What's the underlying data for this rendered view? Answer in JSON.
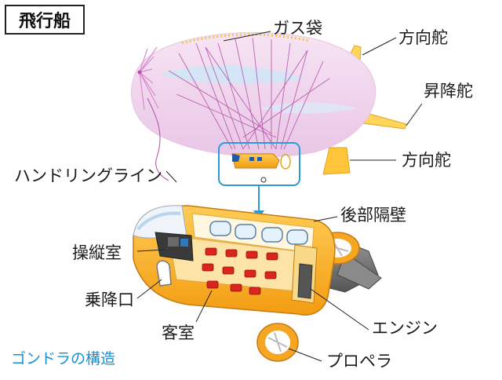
{
  "title": "飛行船",
  "labels": {
    "gas_bag": "ガス袋",
    "rudder_top": "方向舵",
    "elevator": "昇降舵",
    "rudder_bottom": "方向舵",
    "handling_line": "ハンドリングライン",
    "rear_bulkhead": "後部隔壁",
    "cockpit": "操縦室",
    "entrance": "乗降口",
    "cabin": "客室",
    "engine": "エンジン",
    "propeller": "プロペラ"
  },
  "caption": "ゴンドラの構造",
  "colors": {
    "envelope": "#f2d8ee",
    "envelope_highlight": "#c9e3f5",
    "gondola_orange": "#f5a623",
    "gondola_yellow": "#ffd65a",
    "seat_red": "#d9261c",
    "callout_blue": "#2a9ad8",
    "engine_gray": "#6e6e6e"
  }
}
